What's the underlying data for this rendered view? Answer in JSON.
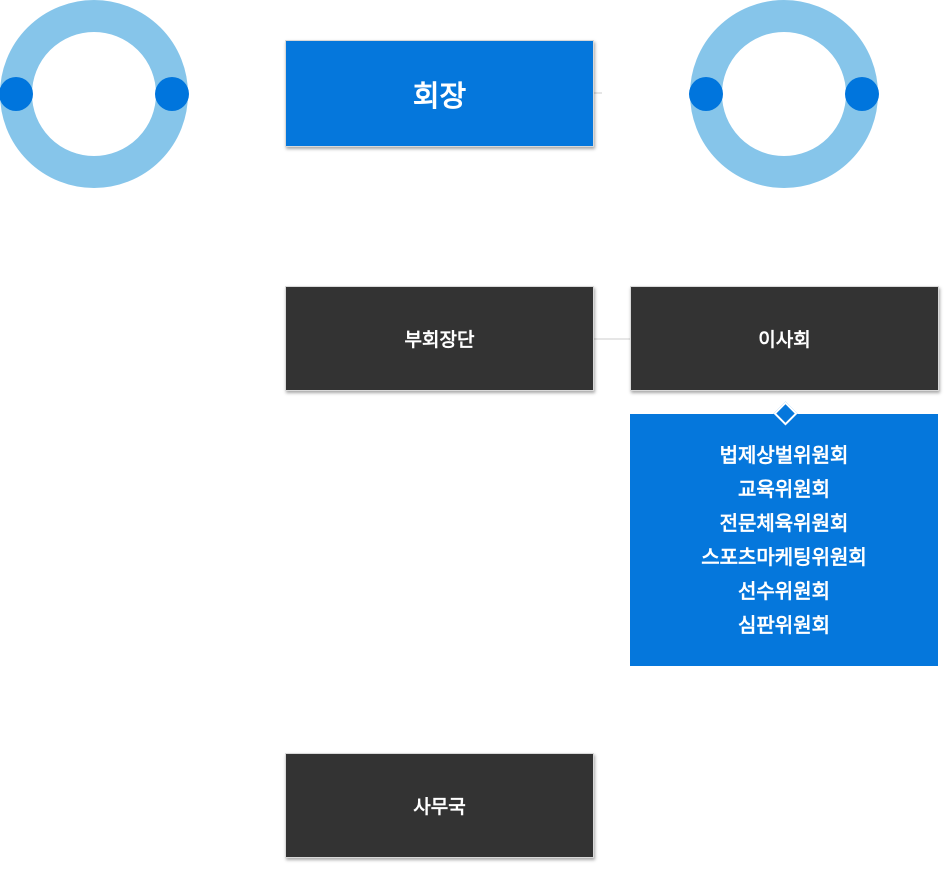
{
  "chairman": {
    "label": "회장"
  },
  "vice_chairmen": {
    "label": "부회장단"
  },
  "board": {
    "label": "이사회"
  },
  "committees": {
    "items": [
      "법제상벌위원회",
      "교육위원회",
      "전문체육위원회",
      "스포츠마케팅위원회",
      "선수위원회",
      "심판위원회"
    ]
  },
  "secretariat": {
    "label": "사무국"
  },
  "colors": {
    "blue": "#0577dc",
    "dark": "#333333",
    "ring": "#86c5ea",
    "ring_dot": "#0075dd"
  }
}
